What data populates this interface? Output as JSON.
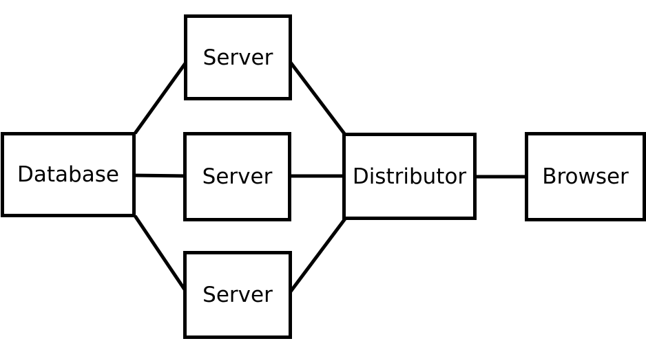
{
  "diagram": {
    "title": "",
    "colors": {
      "stroke": "#000000",
      "node_fill": "#ffffff",
      "background": "#ffffff"
    },
    "nodes": {
      "database": {
        "label": "Database"
      },
      "server_top": {
        "label": "Server"
      },
      "server_mid": {
        "label": "Server"
      },
      "server_bottom": {
        "label": "Server"
      },
      "distributor": {
        "label": "Distributor"
      },
      "browser": {
        "label": "Browser"
      }
    },
    "edges": [
      {
        "from": "database",
        "to": "server_top"
      },
      {
        "from": "database",
        "to": "server_mid"
      },
      {
        "from": "database",
        "to": "server_bottom"
      },
      {
        "from": "server_top",
        "to": "distributor"
      },
      {
        "from": "server_mid",
        "to": "distributor"
      },
      {
        "from": "server_bottom",
        "to": "distributor"
      },
      {
        "from": "distributor",
        "to": "browser"
      }
    ]
  }
}
